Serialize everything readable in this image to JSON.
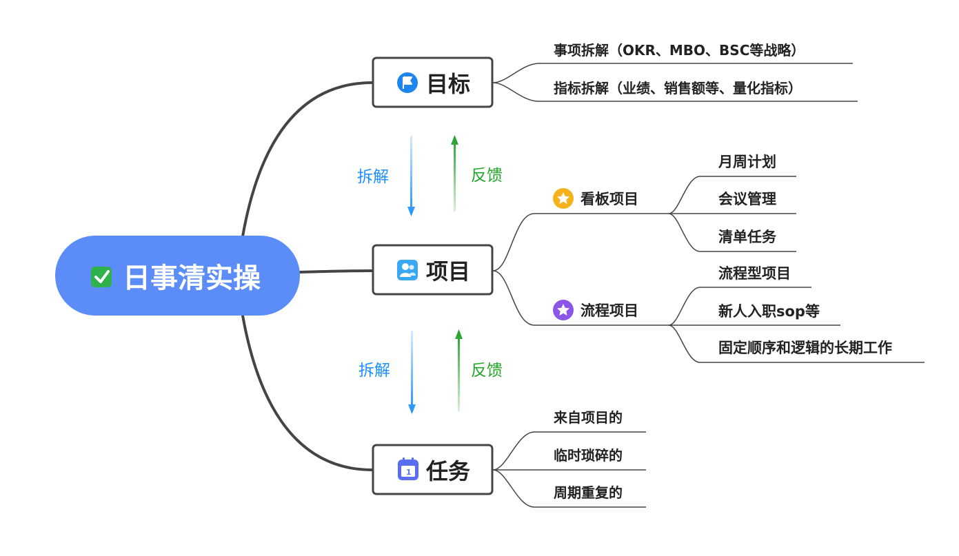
{
  "root": {
    "label": "日事清实操",
    "color": "#5b8cf7"
  },
  "nodes": {
    "goal": {
      "label": "目标",
      "icon": "flag-icon"
    },
    "project": {
      "label": "项目",
      "icon": "people-icon"
    },
    "task": {
      "label": "任务",
      "icon": "calendar-icon"
    }
  },
  "goal_leaves": [
    "事项拆解（OKR、MBO、BSC等战略）",
    "指标拆解（业绩、销售额等、量化指标）"
  ],
  "project_branches": {
    "kanban": {
      "label": "看板项目",
      "icon": "star-icon",
      "leaves": [
        "月周计划",
        "会议管理",
        "清单任务"
      ]
    },
    "process": {
      "label": "流程项目",
      "icon": "star-icon",
      "leaves": [
        "流程型项目",
        "新人入职sop等",
        "固定顺序和逻辑的长期工作"
      ]
    }
  },
  "task_leaves": [
    "来自项目的",
    "临时琐碎的",
    "周期重复的"
  ],
  "flow": {
    "decompose": "拆解",
    "feedback": "反馈",
    "decompose_color": "#1e90ff",
    "feedback_color": "#22a52a"
  }
}
